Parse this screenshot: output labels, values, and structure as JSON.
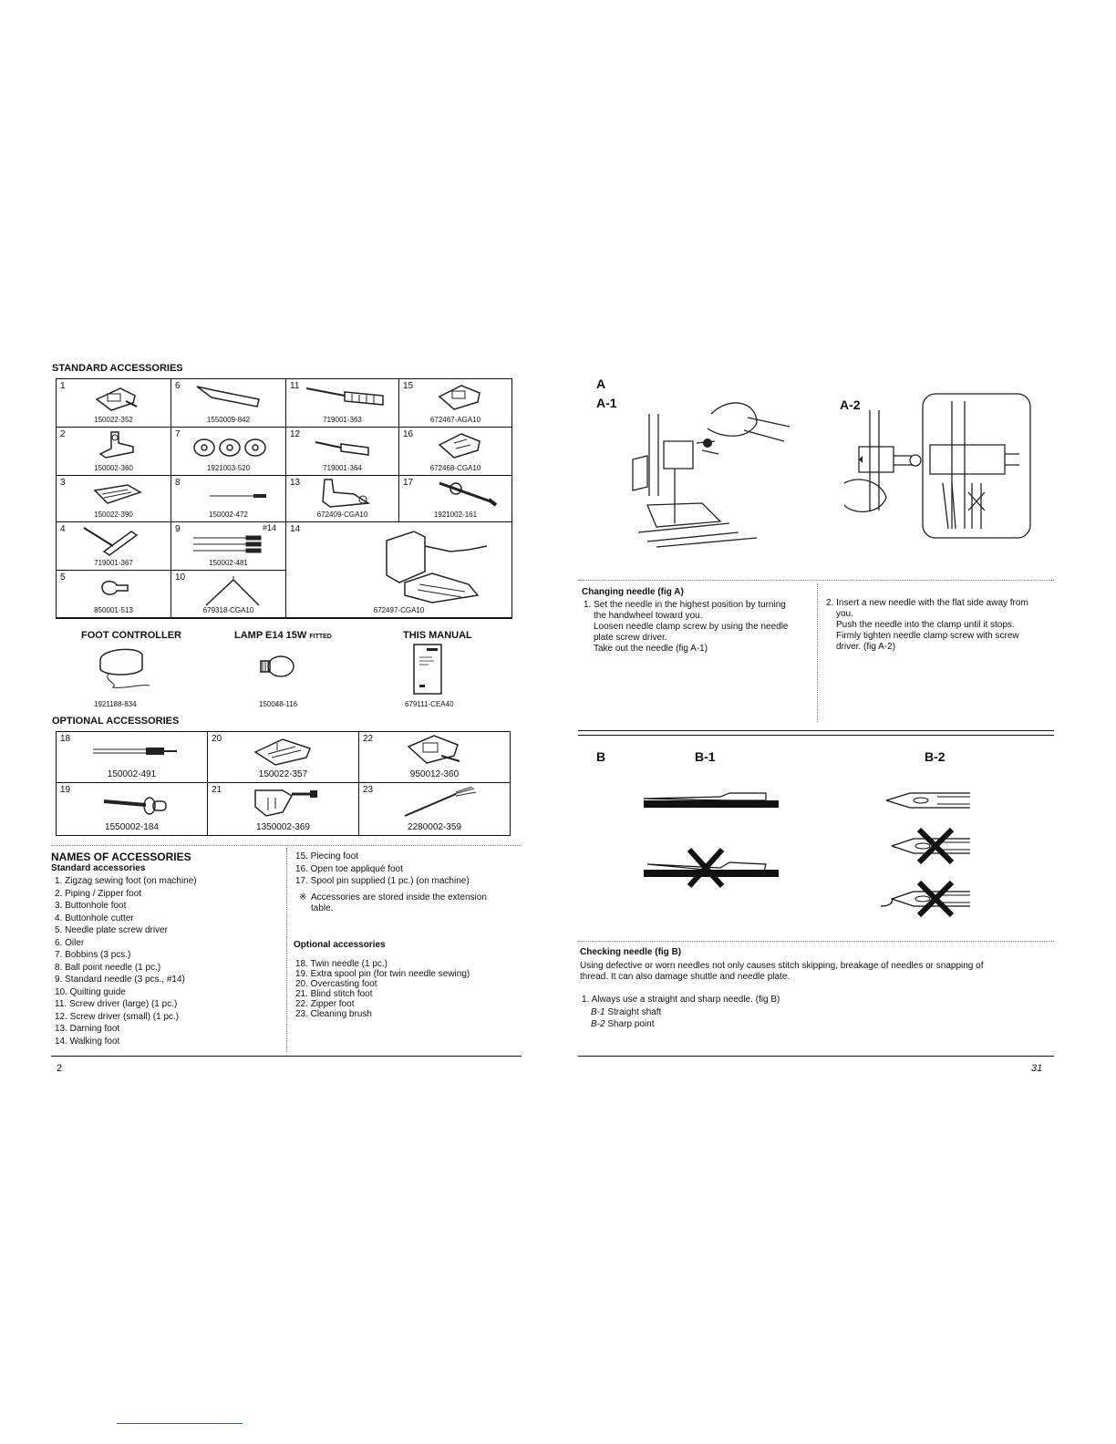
{
  "left": {
    "standard_title": "STANDARD ACCESSORIES",
    "cells": [
      {
        "n": "1",
        "code": "150022-352"
      },
      {
        "n": "2",
        "code": "150002-360"
      },
      {
        "n": "3",
        "code": "150022-390"
      },
      {
        "n": "4",
        "code": "719001-367"
      },
      {
        "n": "5",
        "code": "850001-513"
      },
      {
        "n": "6",
        "code": "1550009-842"
      },
      {
        "n": "7",
        "code": "1921003-520"
      },
      {
        "n": "8",
        "code": "150002-472"
      },
      {
        "n": "9",
        "code": "150002-481",
        "tag": "#14"
      },
      {
        "n": "10",
        "code": "679318-CGA10"
      },
      {
        "n": "11",
        "code": "719001-363"
      },
      {
        "n": "12",
        "code": "719001-364"
      },
      {
        "n": "13",
        "code": "672409-CGA10"
      },
      {
        "n": "14",
        "code": "672497-CGA10"
      },
      {
        "n": "15",
        "code": "672467-AGA10"
      },
      {
        "n": "16",
        "code": "672468-CGA10"
      },
      {
        "n": "17",
        "code": "1921002-161"
      }
    ],
    "extras": [
      {
        "title": "FOOT CONTROLLER",
        "code": "1921188-834"
      },
      {
        "title": "LAMP E14 15W",
        "suffix": "FITTED",
        "code": "150048-116"
      },
      {
        "title": "THIS MANUAL",
        "code": "679111-CEA40"
      }
    ],
    "optional_title": "OPTIONAL ACCESSORIES",
    "optional_cells": [
      {
        "n": "18",
        "code": "150002-491"
      },
      {
        "n": "19",
        "code": "1550002-184"
      },
      {
        "n": "20",
        "code": "150022-357"
      },
      {
        "n": "21",
        "code": "1350002-369"
      },
      {
        "n": "22",
        "code": "950012-360"
      },
      {
        "n": "23",
        "code": "2280002-359"
      }
    ],
    "names_title": "NAMES OF ACCESSORIES",
    "standard_sub": "Standard accessories",
    "standard_list": [
      "1. Zigzag sewing foot (on machine)",
      "2. Piping / Zipper foot",
      "3. Buttonhole foot",
      "4. Buttonhole cutter",
      "5. Needle plate screw driver",
      "6. Oiler",
      "7. Bobbins (3 pcs.)",
      "8. Ball point needle (1 pc.)",
      "9. Standard needle (3 pcs., #14)",
      "10. Quilting guide",
      "11. Screw driver (large) (1 pc.)",
      "12. Screw driver (small) (1 pc.)",
      "13. Darning foot",
      "14. Walking foot"
    ],
    "standard_list2": [
      "15. Piecing foot",
      "16. Open toe appliqué foot",
      "17. Spool pin supplied (1 pc.) (on machine)"
    ],
    "note_mark": "※",
    "note": "Accessories are stored inside the extension table.",
    "optional_sub": "Optional accessories",
    "optional_list": [
      "18. Twin needle (1 pc.)",
      "19. Extra spool pin (for twin needle sewing)",
      "20. Overcasting foot",
      "21. Blind stitch foot",
      "22. Zipper foot",
      "23. Cleaning brush"
    ],
    "page_num": "2"
  },
  "right": {
    "fig_a": "A",
    "fig_a1": "A-1",
    "fig_a2": "A-2",
    "changing_title": "Changing needle (fig A)",
    "step1": [
      "1. Set the needle in the highest position by turning",
      "the handwheel toward you.",
      "Loosen needle clamp screw by using the needle",
      "plate screw driver.",
      "Take out the needle (fig A-1)"
    ],
    "step2": [
      "2. Insert a new needle with the flat side away from",
      "you.",
      "Push the needle into the clamp until it stops.",
      "Firmly tighten needle clamp screw with screw",
      "driver. (fig A-2)"
    ],
    "fig_b": "B",
    "fig_b1": "B-1",
    "fig_b2": "B-2",
    "checking_title": "Checking needle (fig B)",
    "checking_text": [
      "Using defective or worn needles not only causes stitch skipping, breakage of needles or snapping of",
      "thread. It can also damage shuttle and needle plate."
    ],
    "check_step": "1. Always use a straight and sharp needle. (fig B)",
    "b1_label": "B-1",
    "b1_text": "Straight shaft",
    "b2_label": "B-2",
    "b2_text": "Sharp point",
    "page_num": "31"
  }
}
